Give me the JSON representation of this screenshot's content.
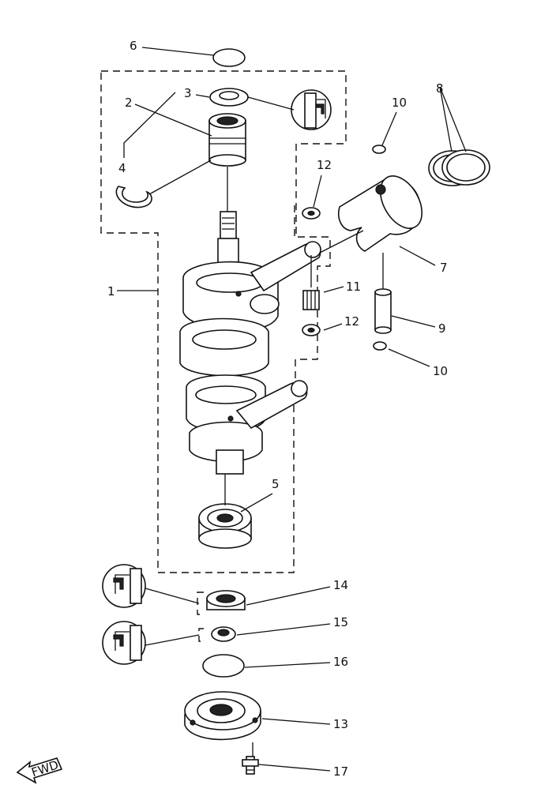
{
  "callouts": [
    {
      "id": "c1",
      "label": "1"
    },
    {
      "id": "c2",
      "label": "2"
    },
    {
      "id": "c3",
      "label": "3"
    },
    {
      "id": "c4",
      "label": "4"
    },
    {
      "id": "c5",
      "label": "5"
    },
    {
      "id": "c6",
      "label": "6"
    },
    {
      "id": "c7",
      "label": "7"
    },
    {
      "id": "c8",
      "label": "8"
    },
    {
      "id": "c9",
      "label": "9"
    },
    {
      "id": "c10a",
      "label": "10"
    },
    {
      "id": "c10b",
      "label": "10"
    },
    {
      "id": "c11",
      "label": "11"
    },
    {
      "id": "c12a",
      "label": "12"
    },
    {
      "id": "c12b",
      "label": "12"
    },
    {
      "id": "c13",
      "label": "13"
    },
    {
      "id": "c14",
      "label": "14"
    },
    {
      "id": "c15",
      "label": "15"
    },
    {
      "id": "c16",
      "label": "16"
    },
    {
      "id": "c17",
      "label": "17"
    }
  ],
  "fwd_label": "FWD",
  "icons": [
    "grease-apply-icon",
    "fwd-arrow-icon"
  ]
}
